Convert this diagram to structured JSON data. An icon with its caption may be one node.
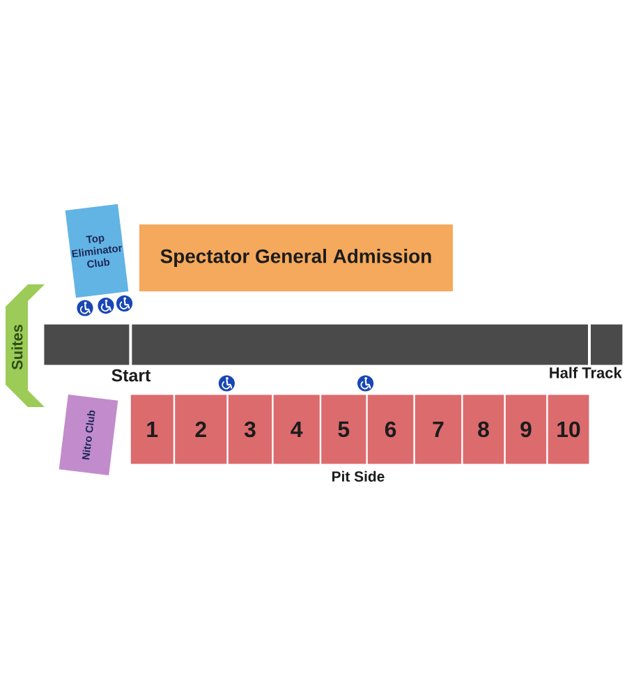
{
  "diagram": {
    "nodes": [
      {
        "text": [
          "Top Eliminator Club"
        ]
      },
      {
        "text": [
          "Spectator General Admission"
        ]
      },
      {
        "text": [
          "Suites"
        ]
      },
      {
        "text": [],
        "shape": "bar"
      },
      {
        "text": [],
        "shape": "bar"
      },
      {
        "text": [],
        "shape": "bar"
      },
      {
        "text": [
          "Nitro Club"
        ]
      },
      {
        "text": [
          "1"
        ]
      },
      {
        "text": [
          "2"
        ]
      },
      {
        "text": [
          "3"
        ]
      },
      {
        "text": [
          "4"
        ]
      },
      {
        "text": [
          "5"
        ]
      },
      {
        "text": [
          "6"
        ]
      },
      {
        "text": [
          "7"
        ]
      },
      {
        "text": [
          "8"
        ]
      },
      {
        "text": [
          "9"
        ]
      },
      {
        "text": [
          "10"
        ]
      }
    ],
    "labels": [
      "Start",
      "Half Track",
      "Pit Side"
    ]
  }
}
